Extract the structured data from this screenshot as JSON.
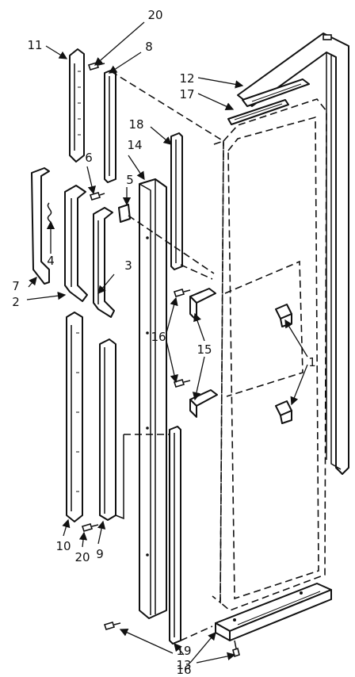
{
  "callouts": {
    "c20_top": "20",
    "c11": "11",
    "c8": "8",
    "c12": "12",
    "c17": "17",
    "c18": "18",
    "c14": "14",
    "c6": "6",
    "c5": "5",
    "c3": "3",
    "c4": "4",
    "c7": "7",
    "c2": "2",
    "c16_mid": "16",
    "c15": "15",
    "c1": "1",
    "c10": "10",
    "c20_bottom": "20",
    "c9": "9",
    "c19": "19",
    "c13": "13",
    "c16_bottom": "16"
  }
}
